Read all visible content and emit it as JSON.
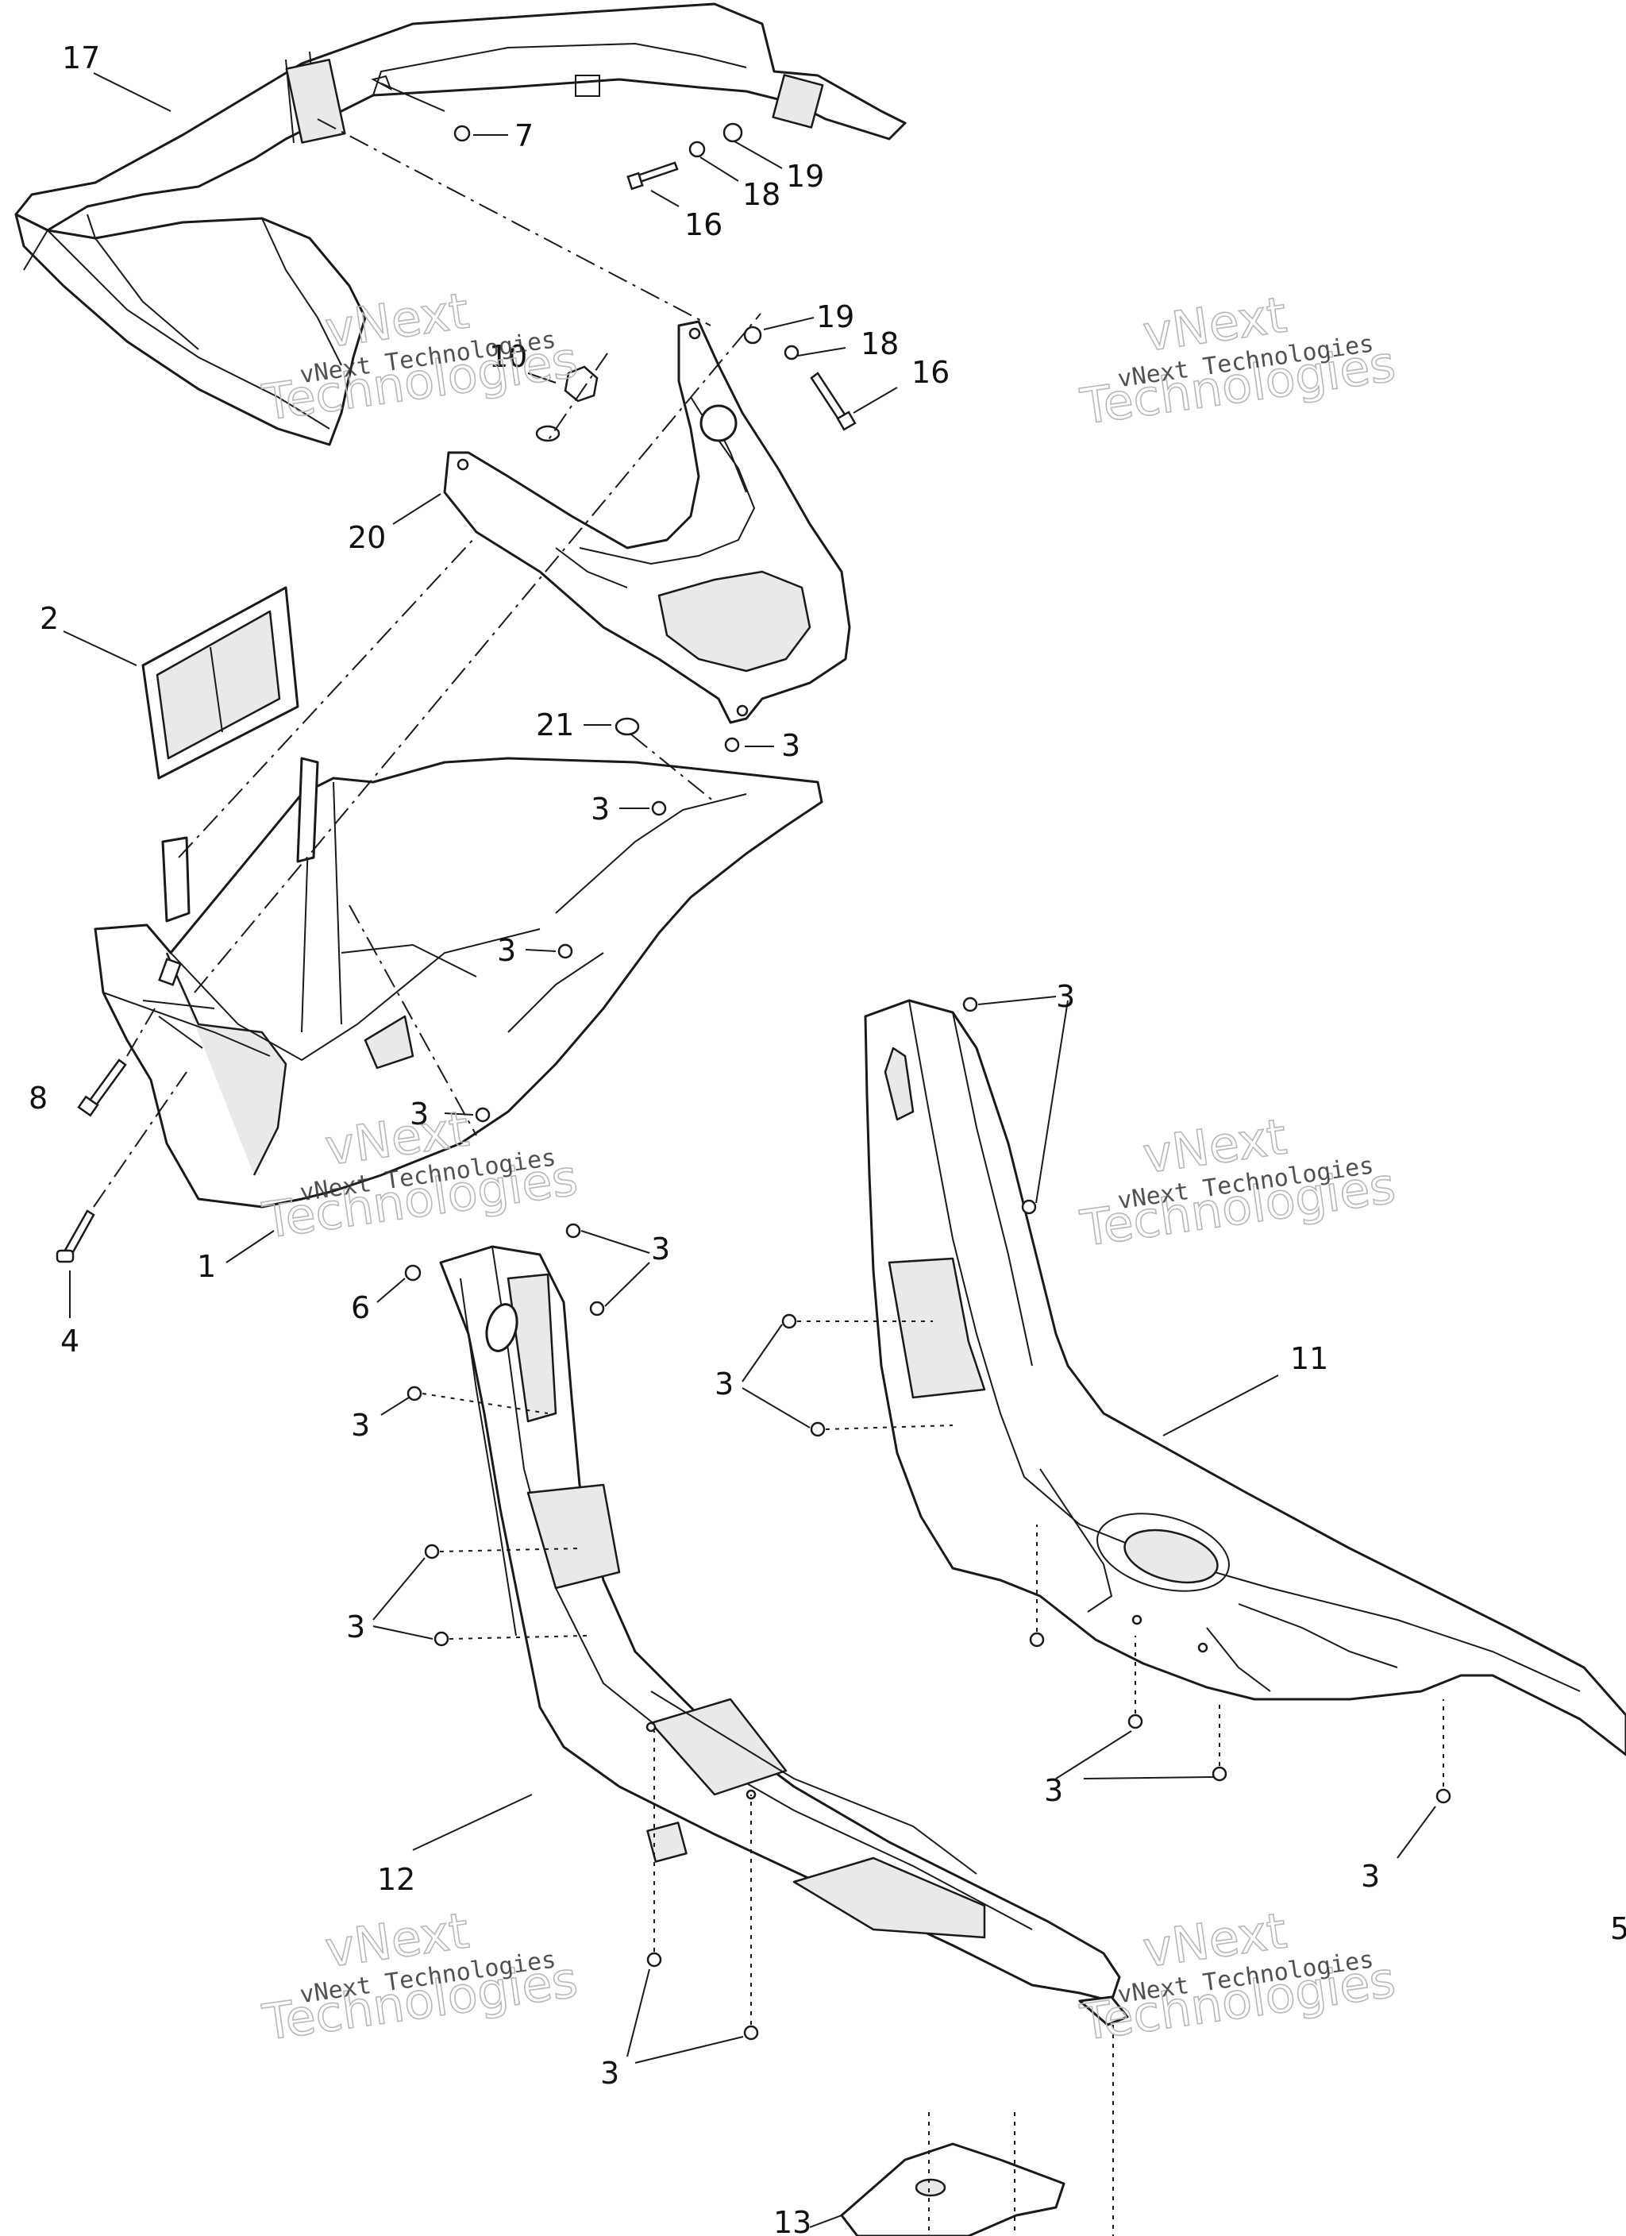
{
  "diagram": {
    "callouts": [
      {
        "id": "c17",
        "label": "17"
      },
      {
        "id": "c7",
        "label": "7"
      },
      {
        "id": "c19a",
        "label": "19"
      },
      {
        "id": "c18a",
        "label": "18"
      },
      {
        "id": "c16a",
        "label": "16"
      },
      {
        "id": "c19b",
        "label": "19"
      },
      {
        "id": "c18b",
        "label": "18"
      },
      {
        "id": "c16b",
        "label": "16"
      },
      {
        "id": "c10",
        "label": "10"
      },
      {
        "id": "c20",
        "label": "20"
      },
      {
        "id": "c2",
        "label": "2"
      },
      {
        "id": "c21",
        "label": "21"
      },
      {
        "id": "c3a",
        "label": "3"
      },
      {
        "id": "c3b",
        "label": "3"
      },
      {
        "id": "c3c",
        "label": "3"
      },
      {
        "id": "c3d",
        "label": "3"
      },
      {
        "id": "c8",
        "label": "8"
      },
      {
        "id": "c1",
        "label": "1"
      },
      {
        "id": "c4",
        "label": "4"
      },
      {
        "id": "c6",
        "label": "6"
      },
      {
        "id": "c3e",
        "label": "3"
      },
      {
        "id": "c3f",
        "label": "3"
      },
      {
        "id": "c3g",
        "label": "3"
      },
      {
        "id": "c3h",
        "label": "3"
      },
      {
        "id": "c11",
        "label": "11"
      },
      {
        "id": "c3i",
        "label": "3"
      },
      {
        "id": "c3j",
        "label": "3"
      },
      {
        "id": "c12",
        "label": "12"
      },
      {
        "id": "c3k",
        "label": "3"
      },
      {
        "id": "c3l",
        "label": "3"
      },
      {
        "id": "c13",
        "label": "13"
      },
      {
        "id": "c5",
        "label": "5"
      }
    ],
    "watermarks": {
      "line1": "vNext Technologies",
      "line2": "vNext",
      "line3": "Technologies"
    }
  }
}
